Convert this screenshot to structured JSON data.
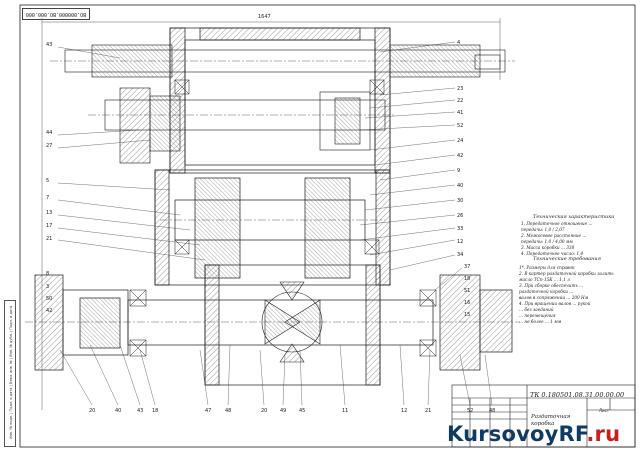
{
  "sheet": {
    "stamp_code": "ВО.000000.ВО.000.000",
    "overall_dimension": "1647",
    "side_strip_text": "Инв. № подл. | Подп. и дата | Взам. инв. № | Инв. № дубл. | Подп. и дата"
  },
  "title_block": {
    "code": "ТК 0.180501.08.31.00.00.00",
    "title_line1": "Раздаточная",
    "title_line2": "коробка",
    "sheet_label": "Лист"
  },
  "tech_requirements_1": {
    "title": "Техническая характеристика",
    "items": [
      "1. Передаточное отношение ... ",
      "   передачи: 1,0 / 2,07",
      "2. Межосевое расстояние ... ",
      "   передачи: 1,0 / 4,00 мм",
      "3. Масса коробки ... 338",
      "4. Передаточное число: 1,4"
    ]
  },
  "tech_requirements_2": {
    "title": "Технические требования",
    "items": [
      "1*. Размеры для справок",
      "2. В картер раздаточной коробки залить",
      "   масло ТСп-15К ... 1,1 л",
      "3. При сборке обеспечить ...",
      "   раздаточной коробки ...",
      "   валов в сопряжении ... 200 Нм",
      "4. При вращении валов ... рукой",
      "   ... без заеданий",
      "   ... перемещения",
      "   ... не более ... 1 мм"
    ]
  },
  "labels_left": [
    "43",
    "44",
    "27",
    "5",
    "7",
    "13",
    "17",
    "21",
    "8",
    "3",
    "50",
    "42"
  ],
  "labels_right": [
    "4",
    "23",
    "22",
    "41",
    "52",
    "24",
    "42",
    "9",
    "40",
    "30",
    "26",
    "33",
    "12",
    "34",
    "37",
    "18",
    "51",
    "16",
    "15"
  ],
  "labels_bottom": [
    "20",
    "40",
    "43",
    "18",
    "47",
    "48",
    "20",
    "49",
    "45",
    "11",
    "12",
    "21",
    "52",
    "48"
  ],
  "watermark": {
    "main": "KursovoyRF",
    "suffix": ".ru"
  },
  "colors": {
    "line": "#1a1a1a",
    "hatch": "#555555",
    "watermark_blue": "#103a66",
    "watermark_red": "#c81e1e"
  }
}
